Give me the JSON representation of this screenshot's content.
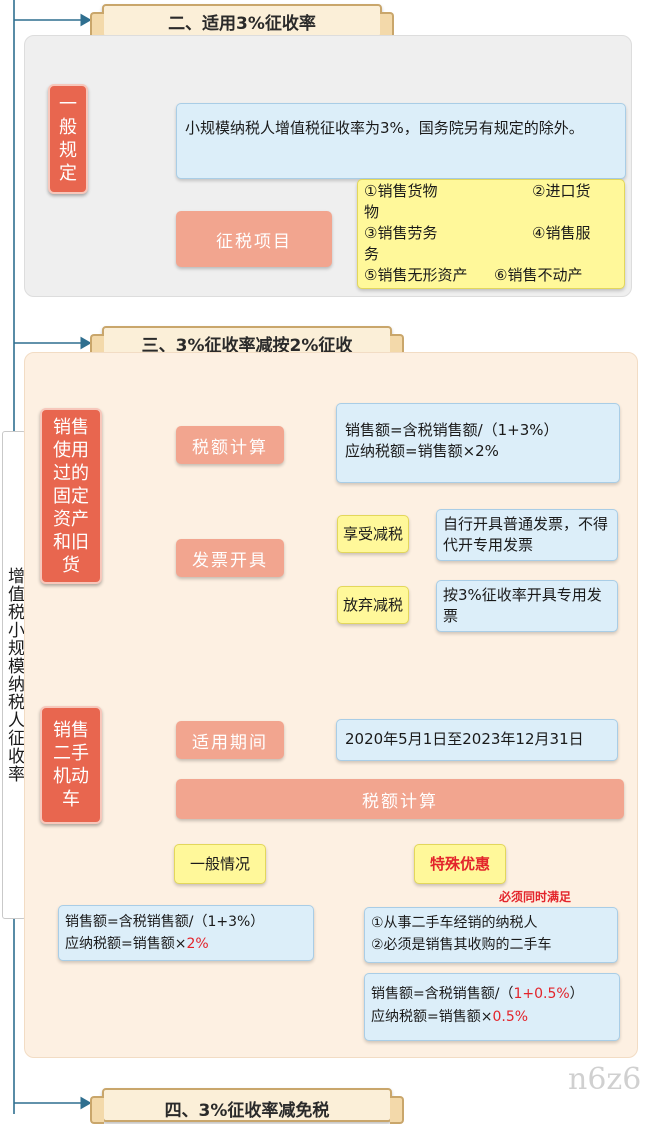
{
  "sidebar": {
    "label": "增值税小规模纳税人征收率"
  },
  "sections": {
    "s2": {
      "title": "二、适用3%征收率",
      "general_label": "一般规定",
      "general_text": "小规模纳税人增值税征收率为3%，国务院另有规定的除外。",
      "items_label": "征税项目",
      "items": [
        {
          "line1": "①销售货物",
          "line2": "物"
        },
        {
          "line1": "②进口货",
          "line2": ""
        },
        {
          "line1": "③销售劳务",
          "line2": "务"
        },
        {
          "line1": "④销售服",
          "line2": ""
        },
        {
          "line1": "⑤销售无形资产",
          "line2": ""
        },
        {
          "line1": "⑥销售不动产",
          "line2": ""
        }
      ]
    },
    "s3": {
      "title": "三、3%征收率减按2%征收",
      "fixed_assets": {
        "label": "销售使用过的固定资产和旧货",
        "tax_calc_label": "税额计算",
        "tax_calc_line1": "销售额=含税销售额/（1+3%）",
        "tax_calc_line2": "应纳税额=销售额×2%",
        "invoice_label": "发票开具",
        "enjoy_label": "享受减税",
        "enjoy_text": "自行开具普通发票，不得代开专用发票",
        "waive_label": "放弃减税",
        "waive_text": "按3%征收率开具专用发票"
      },
      "used_cars": {
        "label": "销售二手机动车",
        "period_label": "适用期间",
        "period_text": "2020年5月1日至2023年12月31日",
        "tax_calc_label": "税额计算",
        "general_case_label": "一般情况",
        "general_line1": "销售额=含税销售额/（1+3%）",
        "general_line2_prefix": "应纳税额=销售额×",
        "general_line2_red": "2%",
        "special_label": "特殊优惠",
        "must_meet": "必须同时满足",
        "cond1": "①从事二手车经销的纳税人",
        "cond2": "②必须是销售其收购的二手车",
        "special_line1_prefix": "销售额=含税销售额/（",
        "special_line1_red": "1+0.5%",
        "special_line1_suffix": "）",
        "special_line2_prefix": "应纳税额=销售额×",
        "special_line2_red": "0.5%"
      }
    },
    "s4": {
      "title": "四、3%征收率减免税"
    }
  },
  "watermark": "n6z6",
  "colors": {
    "red_box": "#e8664f",
    "salmon_box": "#f2a58f",
    "blue_box": "#dceef9",
    "yellow_box": "#fff89a",
    "connector": "#2f6f8f",
    "highlight_red": "#e3242b"
  }
}
